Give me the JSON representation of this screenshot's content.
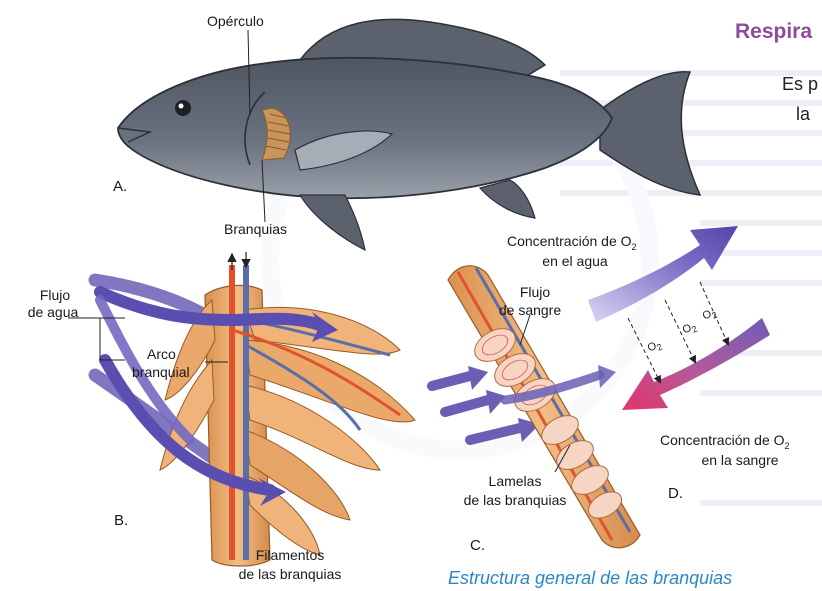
{
  "header": {
    "title": "Respira",
    "body_line1": "Es p",
    "body_line2": "la"
  },
  "panel_a": {
    "letter": "A.",
    "operculo": "Opérculo",
    "branquias": "Branquias"
  },
  "panel_b": {
    "letter": "B.",
    "flujo_line1": "Flujo",
    "flujo_line2": "de agua",
    "arco_line1": "Arco",
    "arco_line2": "branquial",
    "filamentos_line1": "Filamentos",
    "filamentos_line2": "de las branquias"
  },
  "panel_c": {
    "letter": "C.",
    "flujo_sangre_line1": "Flujo",
    "flujo_sangre_line2": "de sangre",
    "lamelas_line1": "Lamelas",
    "lamelas_line2": "de las branquias"
  },
  "panel_d": {
    "letter": "D.",
    "agua_line1": "Concentración de O",
    "agua_sub": "2",
    "agua_line2": "en el agua",
    "sangre_line1": "Concentración de O",
    "sangre_sub": "2",
    "sangre_line2": "en la sangre",
    "o2_label": "O",
    "o2_sub": "2"
  },
  "caption": "Estructura general de las branquias",
  "colors": {
    "fish_body": "#6b7280",
    "gill": "#c8955a",
    "water_arrow": "#6a5fb5",
    "artery_red": "#e2532d",
    "vein_blue": "#5a6ea8",
    "filament": "#e8ab6e",
    "heading_purple": "#8e4a9b",
    "caption_blue": "#2a86c8"
  }
}
